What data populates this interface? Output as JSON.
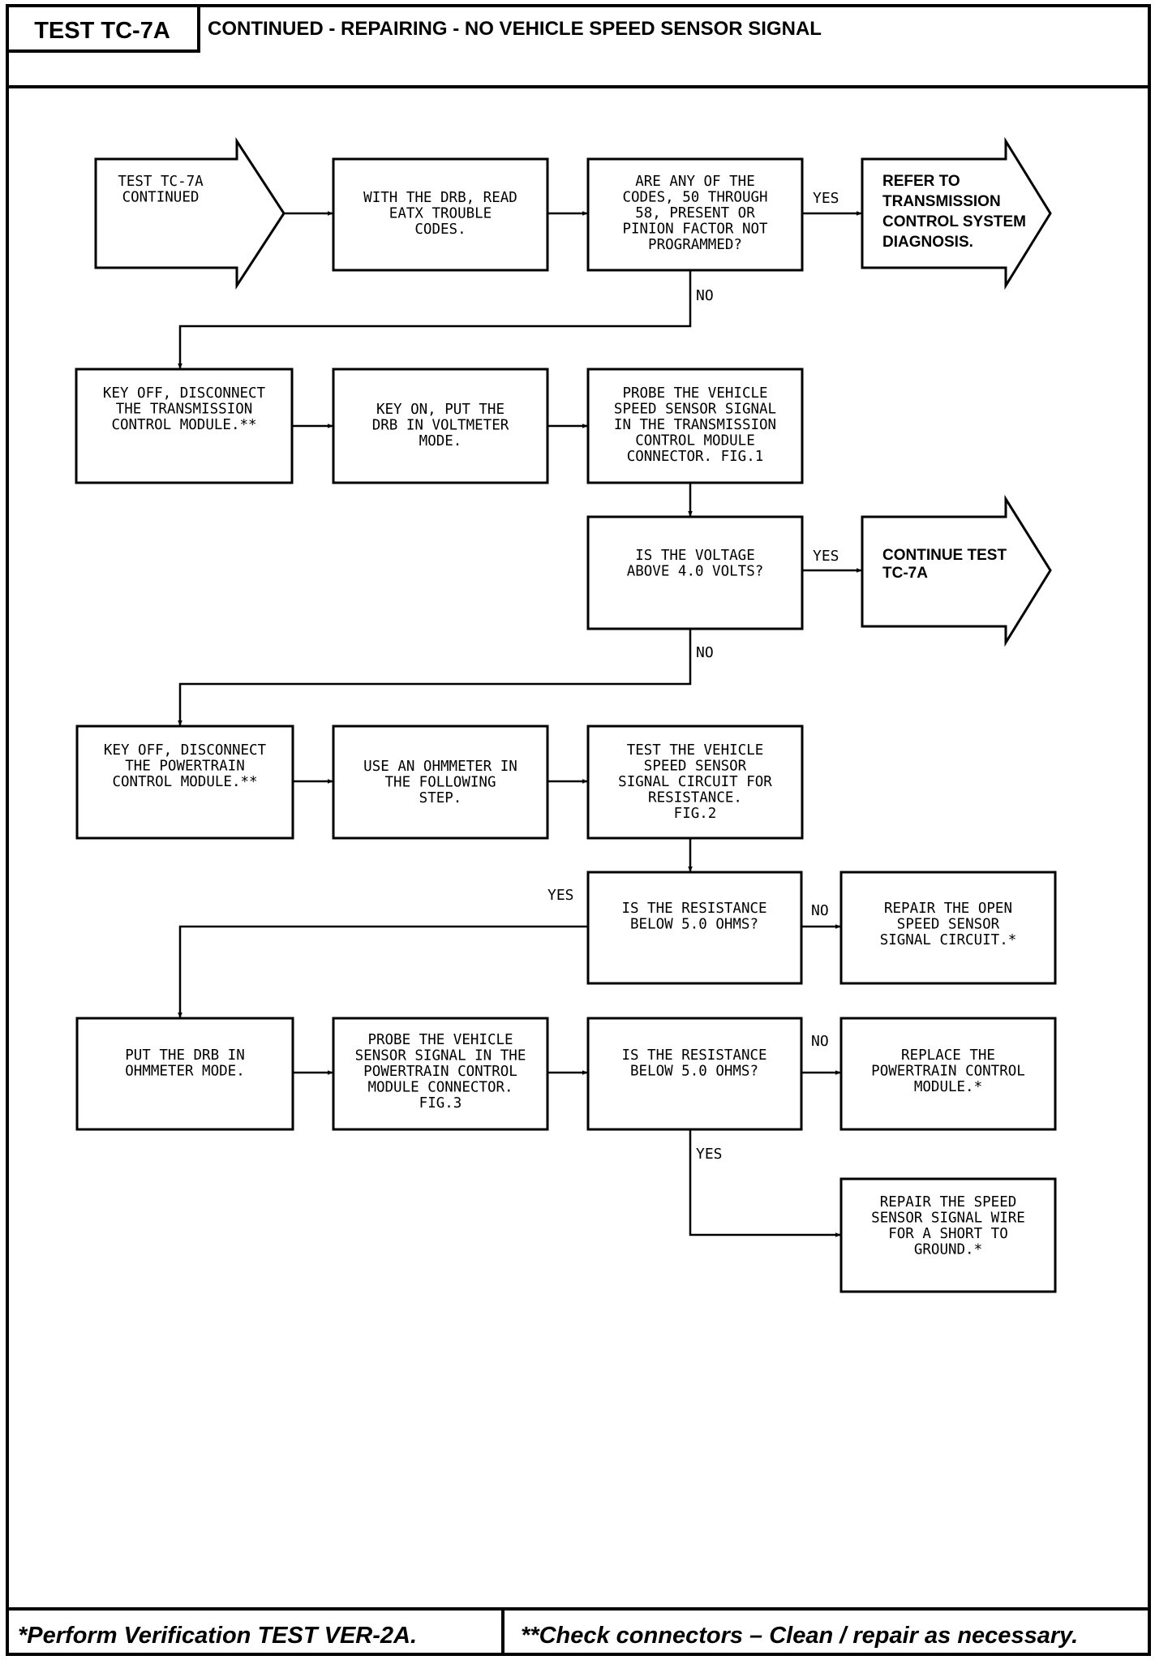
{
  "header": {
    "code": "TEST TC-7A",
    "title": "CONTINUED - REPAIRING - NO VEHICLE SPEED SENSOR SIGNAL"
  },
  "steps": {
    "start": [
      "TEST TC-7A",
      "CONTINUED"
    ],
    "read_codes": [
      "WITH THE DRB, READ",
      "EATX TROUBLE",
      "CODES."
    ],
    "codes_question": [
      "ARE ANY OF THE",
      "CODES, 50 THROUGH",
      "58, PRESENT OR",
      "PINION FACTOR NOT",
      "PROGRAMMED?"
    ],
    "refer_tcs": [
      "REFER TO",
      "TRANSMISSION",
      "CONTROL SYSTEM",
      "DIAGNOSIS."
    ],
    "key_off_tcm": [
      "KEY OFF, DISCONNECT",
      "THE TRANSMISSION",
      "CONTROL MODULE.**"
    ],
    "key_on_voltmeter": [
      "KEY ON, PUT THE",
      "DRB IN VOLTMETER",
      "MODE."
    ],
    "probe_tcm": [
      "PROBE THE VEHICLE",
      "SPEED SENSOR SIGNAL",
      "IN THE TRANSMISSION",
      "CONTROL MODULE",
      "CONNECTOR. FIG.1"
    ],
    "voltage_question": [
      "IS THE VOLTAGE",
      "ABOVE 4.0 VOLTS?"
    ],
    "continue_test": [
      "CONTINUE TEST",
      "TC-7A"
    ],
    "key_off_pcm": [
      "KEY OFF, DISCONNECT",
      "THE POWERTRAIN",
      "CONTROL MODULE.**"
    ],
    "use_ohmmeter": [
      "USE AN OHMMETER IN",
      "THE FOLLOWING",
      "STEP."
    ],
    "test_resistance": [
      "TEST THE VEHICLE",
      "SPEED SENSOR",
      "SIGNAL CIRCUIT FOR",
      "RESISTANCE.",
      "FIG.2"
    ],
    "resistance_question_1": [
      "IS THE RESISTANCE",
      "BELOW 5.0 OHMS?"
    ],
    "repair_open": [
      "REPAIR THE OPEN",
      "SPEED SENSOR",
      "SIGNAL CIRCUIT.*"
    ],
    "drb_ohmmeter": [
      "PUT THE DRB IN",
      "OHMMETER MODE."
    ],
    "probe_pcm": [
      "PROBE THE VEHICLE",
      "SENSOR SIGNAL IN THE",
      "POWERTRAIN CONTROL",
      "MODULE CONNECTOR.",
      "FIG.3"
    ],
    "resistance_question_2": [
      "IS THE RESISTANCE",
      "BELOW 5.0 OHMS?"
    ],
    "replace_pcm": [
      "REPLACE THE",
      "POWERTRAIN CONTROL",
      "MODULE.*"
    ],
    "repair_short": [
      "REPAIR THE SPEED",
      "SENSOR SIGNAL WIRE",
      "FOR A SHORT TO",
      "GROUND.*"
    ]
  },
  "labels": {
    "yes": "YES",
    "no": "NO"
  },
  "footer": {
    "left": "*Perform Verification TEST VER-2A.",
    "right": "**Check connectors – Clean / repair as necessary."
  }
}
